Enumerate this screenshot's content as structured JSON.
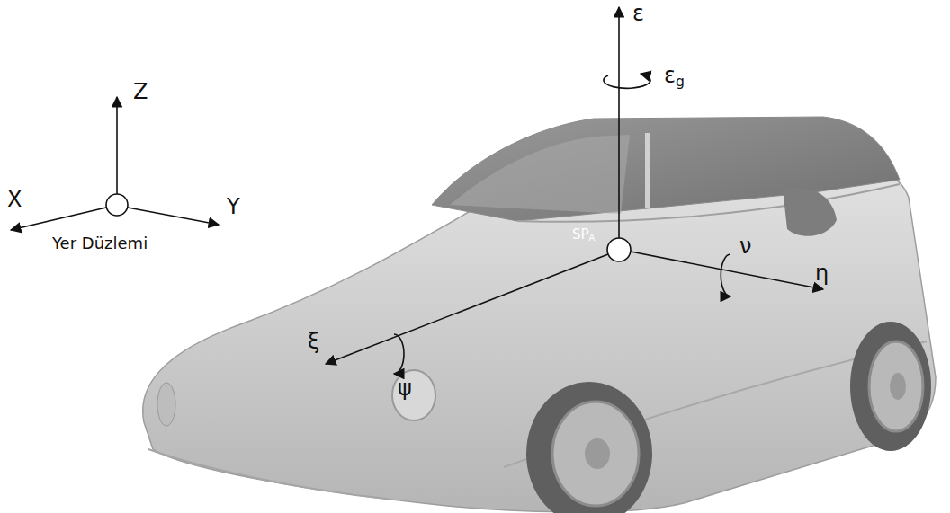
{
  "diagram": {
    "labels": [
      "Z",
      "X",
      "Y",
      "Yer Düzlemi",
      "ε",
      "εg",
      "SPA",
      "ξ",
      "ψ",
      "η",
      "ν"
    ]
  }
}
